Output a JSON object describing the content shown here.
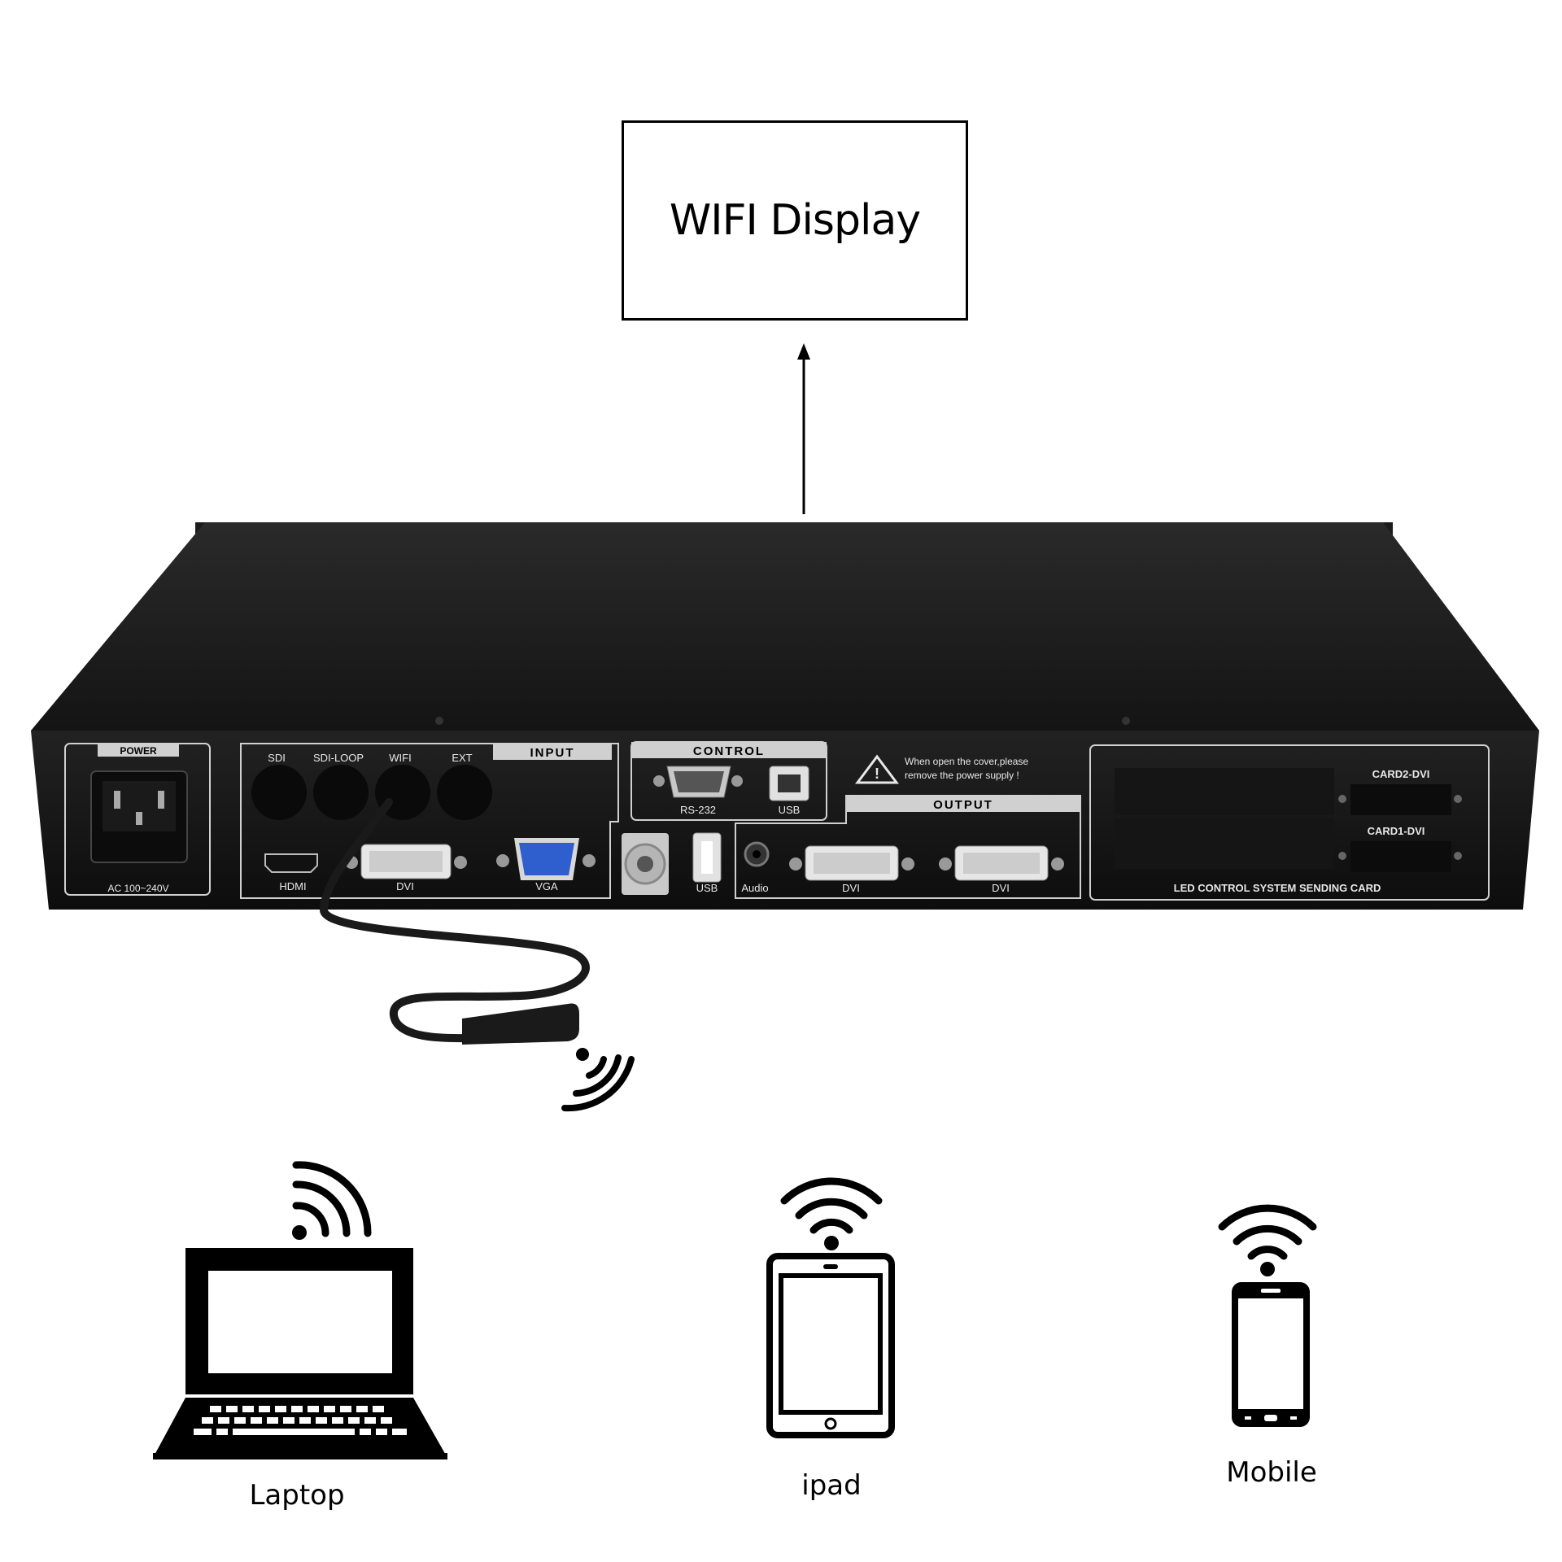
{
  "diagram": {
    "target_title": "WIFI Display",
    "devices": [
      {
        "name": "laptop",
        "label": "Laptop"
      },
      {
        "name": "ipad",
        "label": "ipad"
      },
      {
        "name": "mobile",
        "label": "Mobile"
      }
    ]
  },
  "panel": {
    "power": {
      "title": "POWER",
      "rating": "AC 100~240V"
    },
    "input": {
      "title": "INPUT",
      "bnc_labels": [
        "SDI",
        "SDI-LOOP",
        "WIFI",
        "EXT"
      ],
      "hdmi": "HDMI",
      "dvi": "DVI",
      "vga": "VGA",
      "usb": "USB"
    },
    "control": {
      "title": "CONTROL",
      "rs232": "RS-232",
      "usb": "USB"
    },
    "warning": {
      "line1": "When open the cover,please",
      "line2": "remove the power supply !"
    },
    "output": {
      "title": "OUTPUT",
      "audio": "Audio",
      "dvi1": "DVI",
      "dvi2": "DVI"
    },
    "card": {
      "card2": "CARD2-DVI",
      "card1": "CARD1-DVI",
      "footer": "LED CONTROL SYSTEM SENDING CARD"
    }
  },
  "colors": {
    "device_body": "#1a1a1a",
    "panel_line": "#d0d0d0",
    "vga_port": "#2f5fcf",
    "icon": "#000000"
  }
}
